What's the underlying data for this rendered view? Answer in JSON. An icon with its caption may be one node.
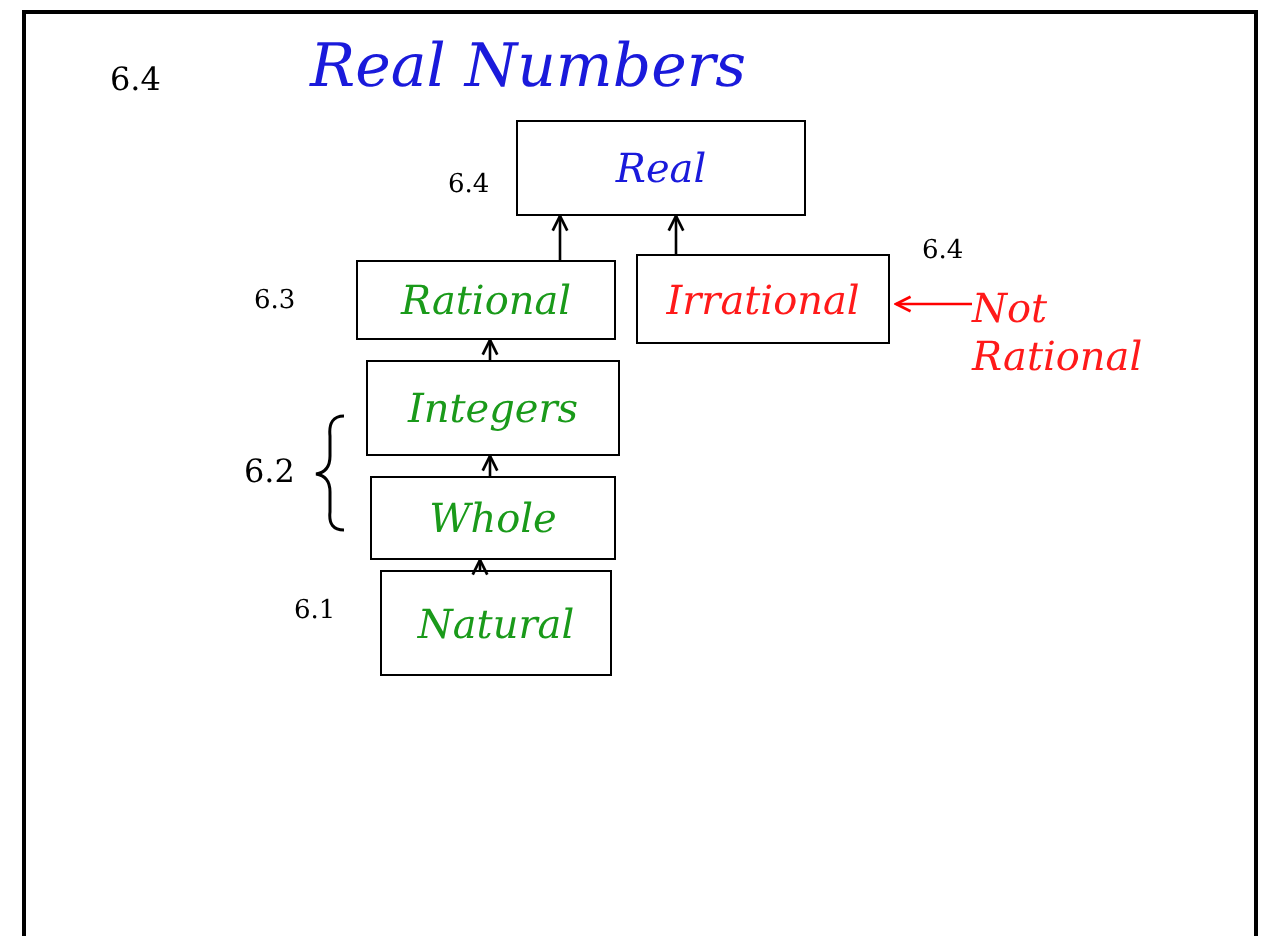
{
  "diagram": {
    "title": "Real Numbers",
    "nodes": [
      {
        "text": [
          "Real"
        ],
        "beside": [
          "6.4"
        ]
      },
      {
        "text": [
          "Rational"
        ],
        "beside": [
          "6.3"
        ]
      },
      {
        "text": [
          "Irrational"
        ],
        "beside": [
          "6.4"
        ]
      },
      {
        "text": [
          "Not Rational"
        ]
      },
      {
        "text": [
          "Integers"
        ]
      },
      {
        "text": [
          "Whole"
        ]
      },
      {
        "text": [
          "Natural"
        ],
        "beside": [
          "6.1"
        ]
      }
    ],
    "edges": [
      {
        "from": 1,
        "to": 0,
        "arrow": "to"
      },
      {
        "from": 2,
        "to": 0,
        "arrow": "to"
      },
      {
        "from": 3,
        "to": 2,
        "arrow": "to",
        "color": "#ff0000"
      },
      {
        "from": 4,
        "to": 1,
        "arrow": "to"
      },
      {
        "from": 5,
        "to": 4,
        "arrow": "to"
      },
      {
        "from": 6,
        "to": 5,
        "arrow": "to"
      }
    ],
    "labels": [
      "6.4",
      "6.2"
    ]
  }
}
